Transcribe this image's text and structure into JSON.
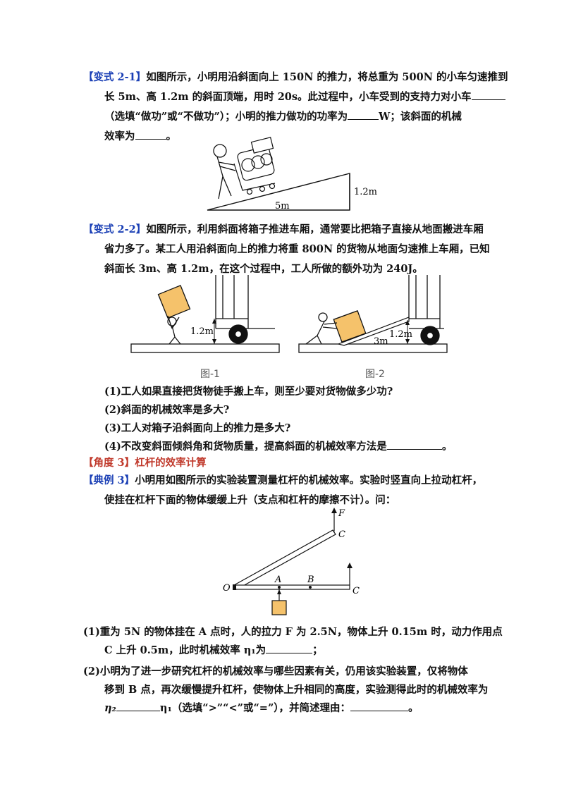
{
  "v21": {
    "tag": "【变式 2-1】",
    "line1": "如图所示，小明用沿斜面向上 150N 的推力，将总重为 500N 的小车匀速推到",
    "line2": "长 5m、高 1.2m 的斜面顶端，用时 20s。此过程中，小车受到的支持力对小车",
    "line3a": "（选填“做功”或“不做功”）；小明的推力做功的功率为",
    "line3b": "W；该斜面的机械",
    "line4": "效率为",
    "line4end": "。",
    "fig_label_height": "1.2m",
    "fig_label_length": "5m"
  },
  "v22": {
    "tag": "【变式 2-2】",
    "line1": "如图所示，利用斜面将箱子推进车厢，通常要比把箱子直接从地面搬进车厢",
    "line2": "省力多了。某工人用沿斜面向上的推力将重 800N 的货物从地面匀速推上车厢，已知",
    "line3": "斜面长 3m、高 1.2m，在这个过程中，工人所做的额外功为 240J。",
    "fig1_height": "1.2m",
    "fig2_height": "1.2m",
    "fig2_length": "3m",
    "caption1": "图-1",
    "caption2": "图-2",
    "q1": "(1)工人如果直接把货物徒手搬上车，则至少要对货物做多少功?",
    "q2": "(2)斜面的机械效率是多大?",
    "q3": "(3)工人对箱子沿斜面向上的推力是多大?",
    "q4a": "(4)不改变斜面倾斜角和货物质量，提高斜面的机械效率方法是",
    "q4b": "。"
  },
  "angle3": {
    "tag": "【角度 3】",
    "title": "杠杆的效率计算"
  },
  "ex3": {
    "tag": "【典例 3】",
    "line1": "小明用如图所示的实验装置测量杠杆的机械效率。实验时竖直向上拉动杠杆，",
    "line2": "使挂在杠杆下面的物体缓缓上升（支点和杠杆的摩擦不计）。问：",
    "fig_F": "F",
    "fig_C_top": "C",
    "fig_O": "O",
    "fig_A": "A",
    "fig_B": "B",
    "fig_C_bottom": "C",
    "q1a": "(1)重为 5N 的物体挂在 A 点时，人的拉力 F 为 2.5N，物体上升 0.15m 时，动力作用点",
    "q1b": "C 上升 0.5m，此时机械效率 η₁为",
    "q1c": "；",
    "q2a": "(2)小明为了进一步研究杠杆的机械效率与哪些因素有关，仍用该实验装置，仅将物体",
    "q2b": "移到 B 点，再次缓慢提升杠杆，使物体上升相同的高度，实验测得此时的机械效率为",
    "q2c1": "η₂",
    "q2c2": "η₁（选填“>”“<”或“=”），并简述理由：",
    "q2c3": "。"
  }
}
